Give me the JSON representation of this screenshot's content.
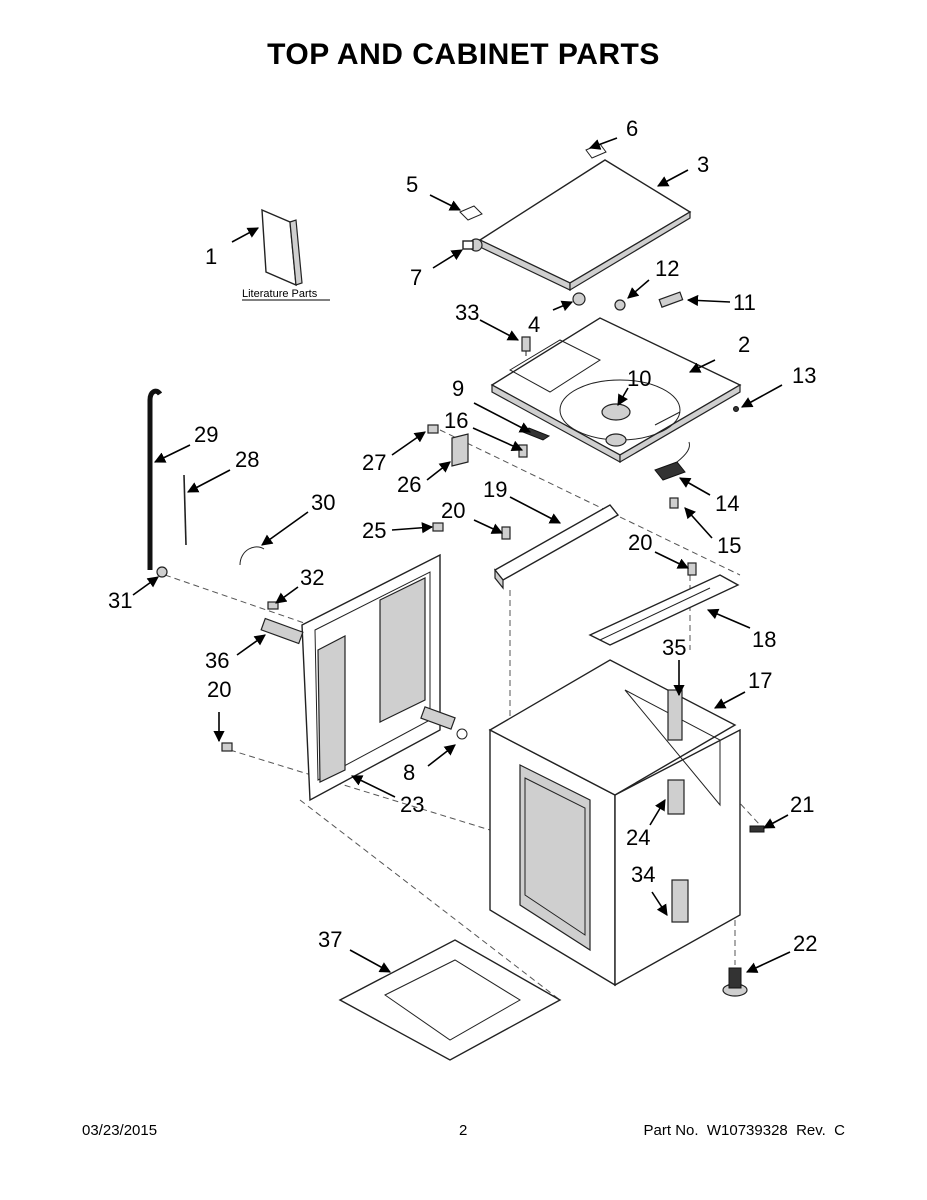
{
  "title": "TOP AND CABINET PARTS",
  "literature_label": "Literature Parts",
  "footer": {
    "date": "03/23/2015",
    "page": "2",
    "part_no": "Part No.  W10739328  Rev.  C"
  },
  "callouts": [
    "1",
    "2",
    "3",
    "4",
    "5",
    "6",
    "7",
    "8",
    "9",
    "10",
    "11",
    "12",
    "13",
    "14",
    "15",
    "16",
    "17",
    "18",
    "19",
    "20",
    "20",
    "20",
    "21",
    "22",
    "23",
    "24",
    "25",
    "26",
    "27",
    "28",
    "29",
    "30",
    "31",
    "32",
    "33",
    "34",
    "35",
    "36",
    "37"
  ]
}
